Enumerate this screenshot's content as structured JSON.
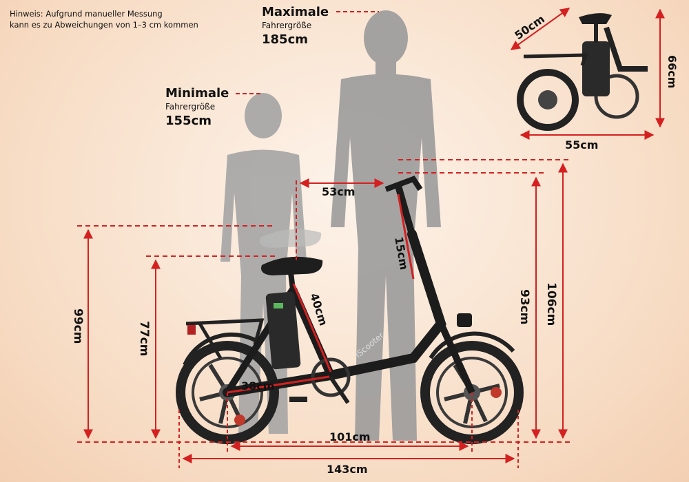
{
  "note": {
    "line1": "Hinweis: Aufgrund manueller Messung",
    "line2": "kann es zu Abweichungen von 1–3 cm kommen"
  },
  "max_rider": {
    "title": "Maximale",
    "subtitle": "Fahrergröße",
    "value": "185cm"
  },
  "min_rider": {
    "title": "Minimale",
    "subtitle": "Fahrergröße",
    "value": "155cm"
  },
  "dimensions": {
    "seat_to_bar": "53cm",
    "stem": "15cm",
    "seat_tube": "40cm",
    "chainstay": "38cm",
    "max_seat_height": "99cm",
    "min_seat_height": "77cm",
    "handlebar_low": "93cm",
    "handlebar_high": "106cm",
    "wheelbase": "101cm",
    "total_length": "143cm",
    "folded_depth": "50cm",
    "folded_length": "55cm",
    "folded_height": "66cm"
  },
  "brand": {
    "frame_text": "iScooter"
  },
  "colors": {
    "dimension_red": "#d42020",
    "silhouette_grey": "#9a9a9a",
    "bike_black": "#1c1c1c"
  }
}
